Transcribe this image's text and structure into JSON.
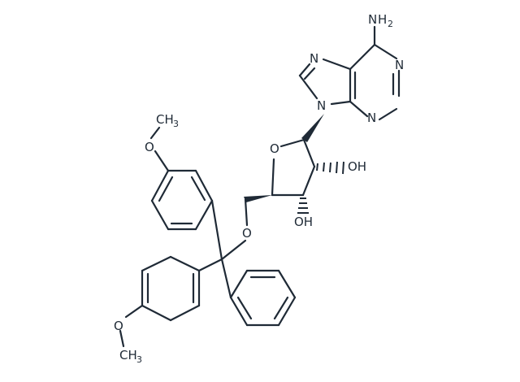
{
  "molecule": {
    "labels": {
      "nh2_n": "N",
      "nh2_h": "H",
      "nh2_sub": "2",
      "n1": "N",
      "n3": "N",
      "n7": "N",
      "n9": "N",
      "ring_o": "O",
      "oh_upper": "OH",
      "oh_lower": "OH",
      "ether_o": "O",
      "ome_top_o": "O",
      "ome_top_c": "CH",
      "ome_top_sub": "3",
      "ome_bottom_o": "O",
      "ome_bottom_c": "CH",
      "ome_bottom_sub": "3"
    },
    "colors": {
      "ink": "#1f2a36",
      "background": "#ffffff"
    }
  }
}
